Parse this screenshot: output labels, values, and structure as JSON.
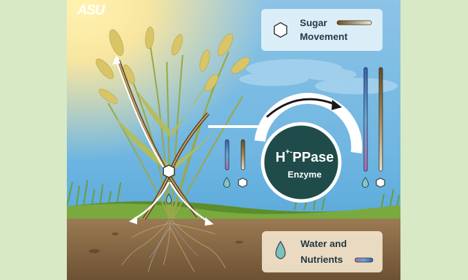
{
  "logo": "ASU",
  "legend_sugar": {
    "line1": "Sugar",
    "line2": "Movement",
    "icon": "hexagon-icon"
  },
  "legend_water": {
    "line1": "Water and",
    "line2": "Nutrients",
    "icon": "droplet-icon"
  },
  "enzyme": {
    "title": "H",
    "title_sup": "+-",
    "title_rest": "PPase",
    "subtitle": "Enzyme"
  },
  "colors": {
    "sky": "#6fb8e0",
    "sun": "#f6e08a",
    "soil": "#8a6a46",
    "enzyme_circle": "#1f4c4a",
    "sugar_bar": "#a07a3c",
    "water_bar": "#4a6fb5"
  }
}
